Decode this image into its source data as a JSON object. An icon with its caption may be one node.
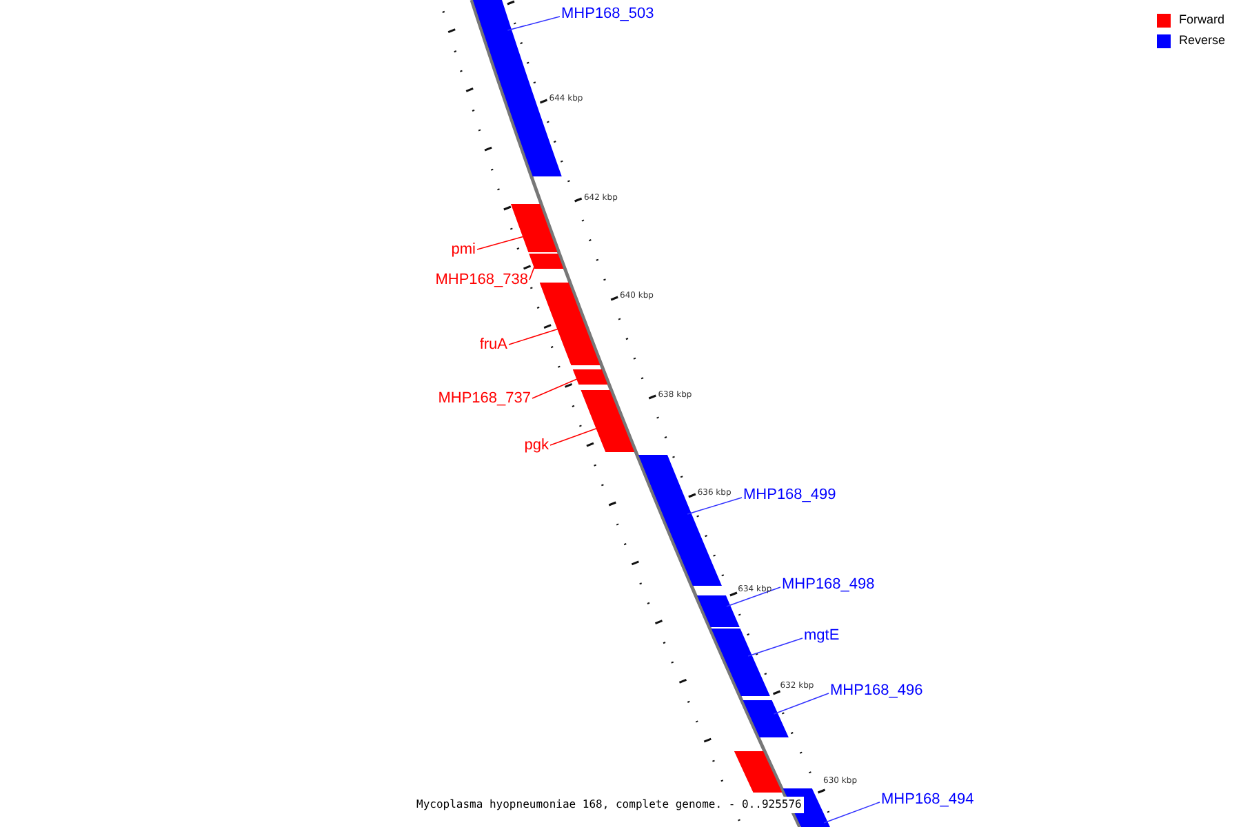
{
  "diagram": {
    "caption": "Mycoplasma hyopneumoniae 168, complete genome. - 0..925576",
    "nodes": [
      {
        "text": [
          "MHP168_503"
        ]
      },
      {
        "text": [],
        "shape": "bar"
      },
      {
        "text": [
          "pmi"
        ]
      },
      {
        "text": [],
        "shape": "bar"
      },
      {
        "text": [
          "MHP168_738"
        ]
      },
      {
        "text": [],
        "shape": "bar"
      },
      {
        "text": [
          "fruA"
        ]
      },
      {
        "text": [],
        "shape": "bar"
      },
      {
        "text": [
          "MHP168_737"
        ]
      },
      {
        "text": [],
        "shape": "bar"
      },
      {
        "text": [
          "pgk"
        ]
      },
      {
        "text": [],
        "shape": "bar"
      },
      {
        "text": [
          "MHP168_499"
        ]
      },
      {
        "text": [],
        "shape": "bar"
      },
      {
        "text": [
          "MHP168_498"
        ]
      },
      {
        "text": [],
        "shape": "bar"
      },
      {
        "text": [
          "mgtE"
        ]
      },
      {
        "text": [],
        "shape": "bar"
      },
      {
        "text": [
          "MHP168_496"
        ]
      },
      {
        "text": [],
        "shape": "bar"
      },
      {
        "text": [],
        "shape": "bar"
      },
      {
        "text": [
          "MHP168_494"
        ]
      },
      {
        "text": [],
        "shape": "bar"
      }
    ],
    "edges": [
      {
        "from": 0,
        "to": 1,
        "arrow": "none"
      },
      {
        "from": 2,
        "to": 3,
        "arrow": "none",
        "color": "#ff0000"
      },
      {
        "from": 4,
        "to": 5,
        "arrow": "none",
        "color": "#ff0000"
      },
      {
        "from": 6,
        "to": 7,
        "arrow": "none",
        "color": "#ff0000"
      },
      {
        "from": 8,
        "to": 9,
        "arrow": "none",
        "color": "#ff0000"
      },
      {
        "from": 10,
        "to": 11,
        "arrow": "none",
        "color": "#ff0000"
      },
      {
        "from": 12,
        "to": 13,
        "arrow": "none"
      },
      {
        "from": 14,
        "to": 15,
        "arrow": "none"
      },
      {
        "from": 16,
        "to": 17,
        "arrow": "none"
      },
      {
        "from": 18,
        "to": 19,
        "arrow": "none"
      },
      {
        "from": 21,
        "to": 22,
        "arrow": "none"
      }
    ],
    "labels": [
      "644 kbp",
      "642 kbp",
      "640 kbp",
      "638 kbp",
      "636 kbp",
      "634 kbp",
      "632 kbp",
      "630 kbp"
    ],
    "legend": [
      {
        "text": "Forward",
        "color": "#ff0000"
      },
      {
        "text": "Reverse",
        "color": "#0000ff"
      }
    ]
  }
}
